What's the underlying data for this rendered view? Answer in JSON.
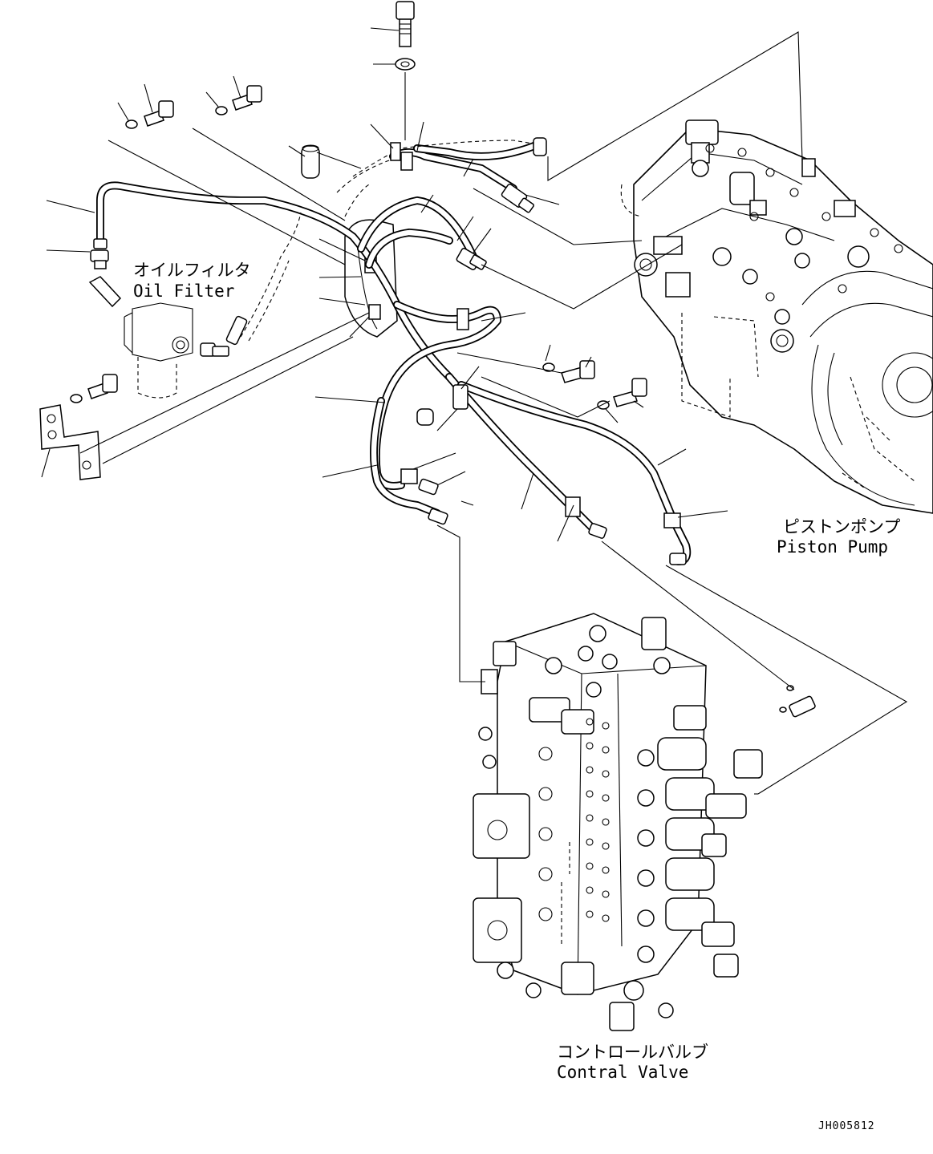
{
  "labels": {
    "oil_filter_jp": "オイルフィルタ",
    "oil_filter_en": "Oil Filter",
    "piston_pump_jp": "ピストンポンプ",
    "piston_pump_en": "Piston Pump",
    "control_valve_jp": "コントロールバルブ",
    "control_valve_en": "Contral Valve"
  },
  "drawing_ref": "JH005812"
}
